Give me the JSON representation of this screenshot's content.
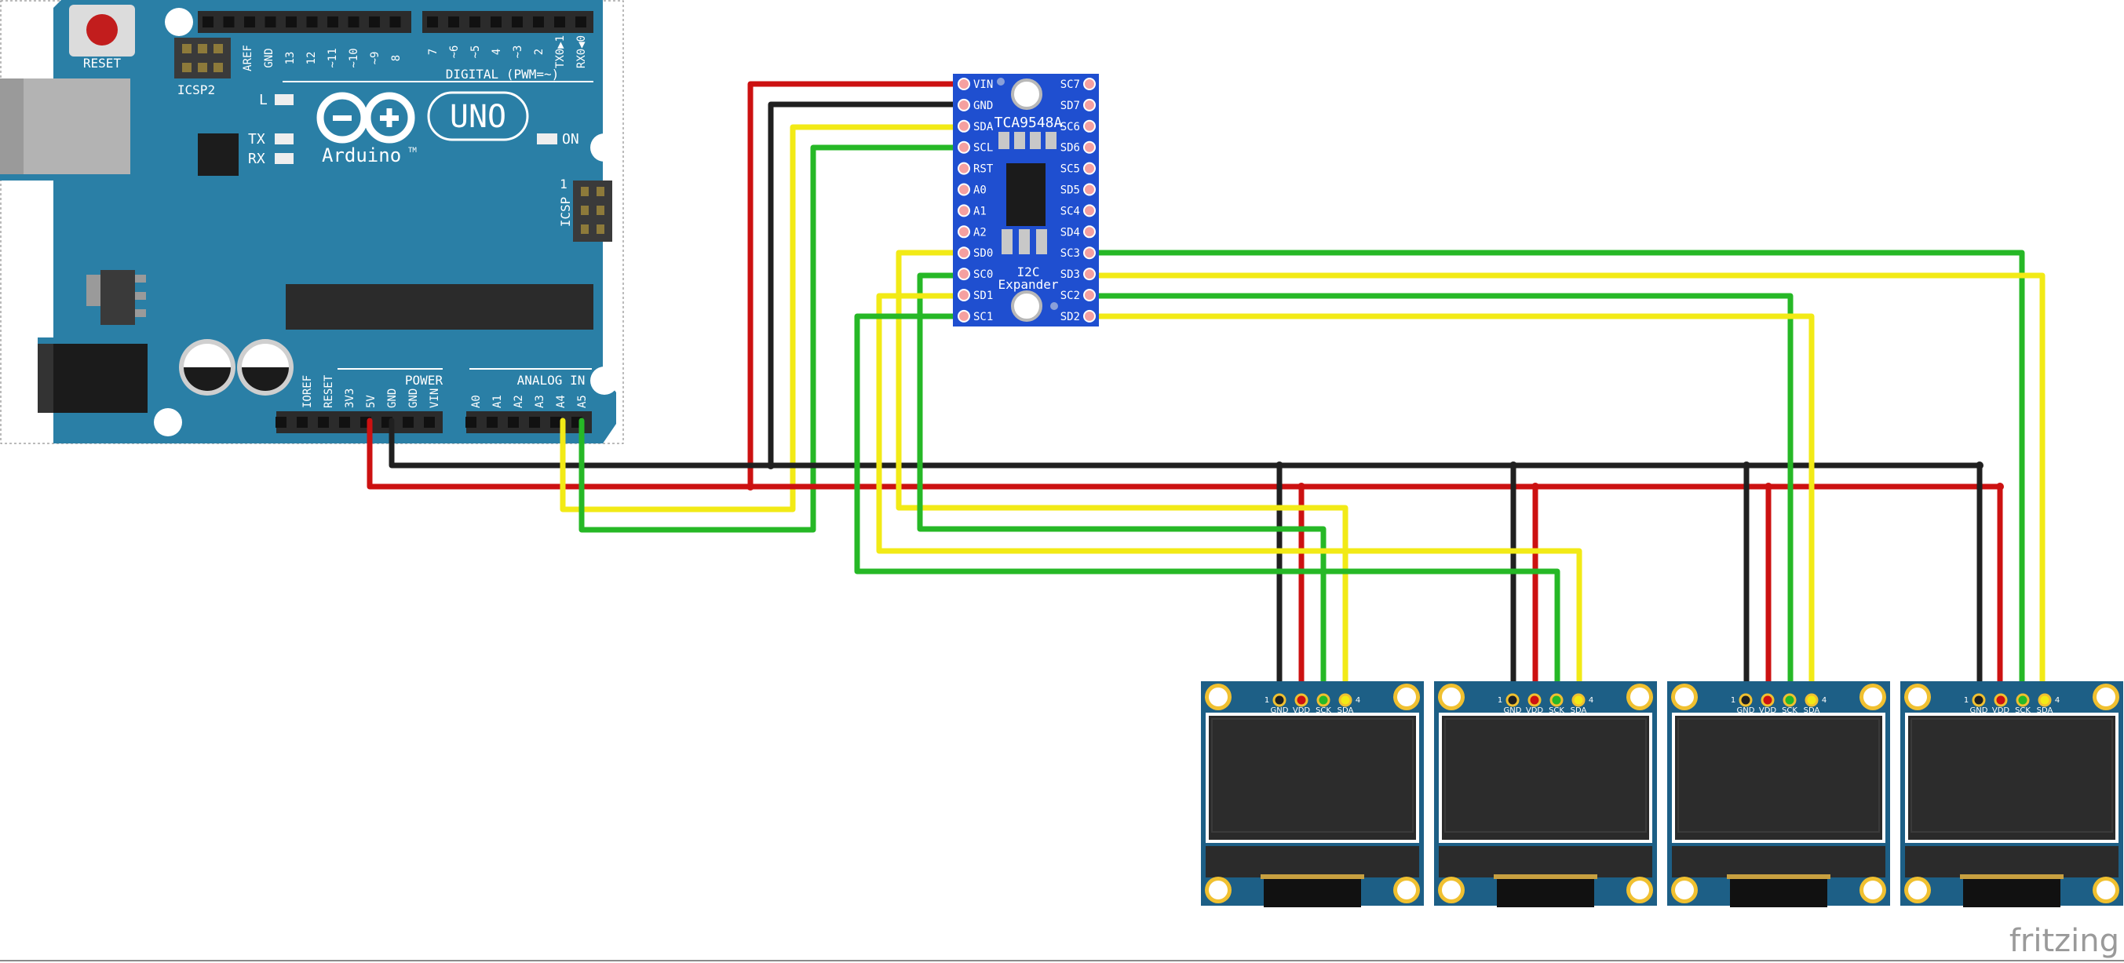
{
  "arduino": {
    "brand": "Arduino",
    "tm": "TM",
    "model": "UNO",
    "reset_label": "RESET",
    "icsp2_label": "ICSP2",
    "icsp_label": "ICSP",
    "icsp_pin1": "1",
    "led_l": "L",
    "led_tx": "TX",
    "led_rx": "RX",
    "led_on": "ON",
    "digital_label": "DIGITAL (PWM=~)",
    "digital_pins_a": [
      "AREF",
      "GND",
      "13",
      "12",
      "~11",
      "~10",
      "~9",
      "8"
    ],
    "digital_pins_b": [
      "7",
      "~6",
      "~5",
      "4",
      "~3",
      "2",
      "TX0▶1",
      "RX0◀0"
    ],
    "power_label": "POWER",
    "power_pins": [
      "IOREF",
      "RESET",
      "3V3",
      "5V",
      "GND",
      "GND",
      "VIN"
    ],
    "analog_label": "ANALOG IN",
    "analog_pins": [
      "A0",
      "A1",
      "A2",
      "A3",
      "A4",
      "A5"
    ]
  },
  "expander": {
    "chip": "TCA9548A",
    "name_line1": "I2C",
    "name_line2": "Expander",
    "left_pins": [
      "VIN",
      "GND",
      "SDA",
      "SCL",
      "RST",
      "A0",
      "A1",
      "A2",
      "SD0",
      "SC0",
      "SD1",
      "SC1"
    ],
    "right_pins": [
      "SC7",
      "SD7",
      "SC6",
      "SD6",
      "SC5",
      "SD5",
      "SC4",
      "SD4",
      "SC3",
      "SD3",
      "SC2",
      "SD2"
    ]
  },
  "oled_pins": {
    "one": "1",
    "four": "4",
    "labels": [
      "GND",
      "VDD",
      "SCK",
      "SDA"
    ]
  },
  "watermark": "fritzing",
  "colors": {
    "board": "#2a7fa6",
    "expander": "#1f4fd0",
    "oled_pcb": "#1d5f86",
    "screen": "#2a2a2a",
    "wire_red": "#cc1111",
    "wire_black": "#202020",
    "wire_yellow": "#f2ea16",
    "wire_green": "#26b826"
  }
}
